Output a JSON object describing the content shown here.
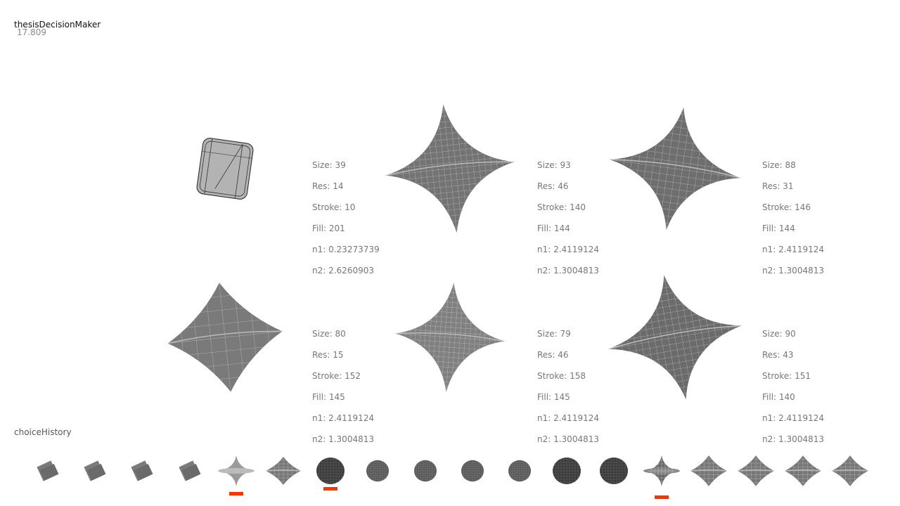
{
  "app": {
    "title": "thesisDecisionMaker",
    "fps": "17.809"
  },
  "options": [
    {
      "shape": "cube",
      "stats": [
        "Size: 39",
        "Res: 14",
        "Stroke: 10",
        "Fill: 201",
        "n1: 0.23273739",
        "n2: 2.6260903"
      ]
    },
    {
      "shape": "astroid",
      "stats": [
        "Size: 93",
        "Res: 46",
        "Stroke: 140",
        "Fill: 144",
        "n1: 2.4119124",
        "n2: 1.3004813"
      ]
    },
    {
      "shape": "astroid",
      "stats": [
        "Size: 88",
        "Res: 31",
        "Stroke: 146",
        "Fill: 144",
        "n1: 2.4119124",
        "n2: 1.3004813"
      ]
    },
    {
      "shape": "diamond",
      "stats": [
        "Size: 80",
        "Res: 15",
        "Stroke: 152",
        "Fill: 145",
        "n1: 2.4119124",
        "n2: 1.3004813"
      ]
    },
    {
      "shape": "astroid",
      "stats": [
        "Size: 79",
        "Res: 46",
        "Stroke: 158",
        "Fill: 145",
        "n1: 2.4119124",
        "n2: 1.3004813"
      ]
    },
    {
      "shape": "astroid",
      "stats": [
        "Size: 90",
        "Res: 43",
        "Stroke: 151",
        "Fill: 140",
        "n1: 2.4119124",
        "n2: 1.3004813"
      ]
    }
  ],
  "history": {
    "label": "choiceHistory",
    "items": [
      {
        "shape": "square",
        "selected": false
      },
      {
        "shape": "square",
        "selected": false
      },
      {
        "shape": "square",
        "selected": false
      },
      {
        "shape": "square",
        "selected": false
      },
      {
        "shape": "spinner-light",
        "selected": true
      },
      {
        "shape": "diamond",
        "selected": false
      },
      {
        "shape": "blob-dark",
        "selected": true
      },
      {
        "shape": "blob",
        "selected": false
      },
      {
        "shape": "blob",
        "selected": false
      },
      {
        "shape": "blob",
        "selected": false
      },
      {
        "shape": "blob",
        "selected": false
      },
      {
        "shape": "blob-dark",
        "selected": false
      },
      {
        "shape": "blob-dark",
        "selected": false
      },
      {
        "shape": "spinner-wire",
        "selected": true
      },
      {
        "shape": "diamond",
        "selected": false
      },
      {
        "shape": "diamond",
        "selected": false
      },
      {
        "shape": "diamond",
        "selected": false
      },
      {
        "shape": "diamond",
        "selected": false
      }
    ]
  },
  "colors": {
    "marker": "#ff3300",
    "mesh": "#777777",
    "meshDark": "#444444",
    "cube": "#b3b3b3"
  }
}
